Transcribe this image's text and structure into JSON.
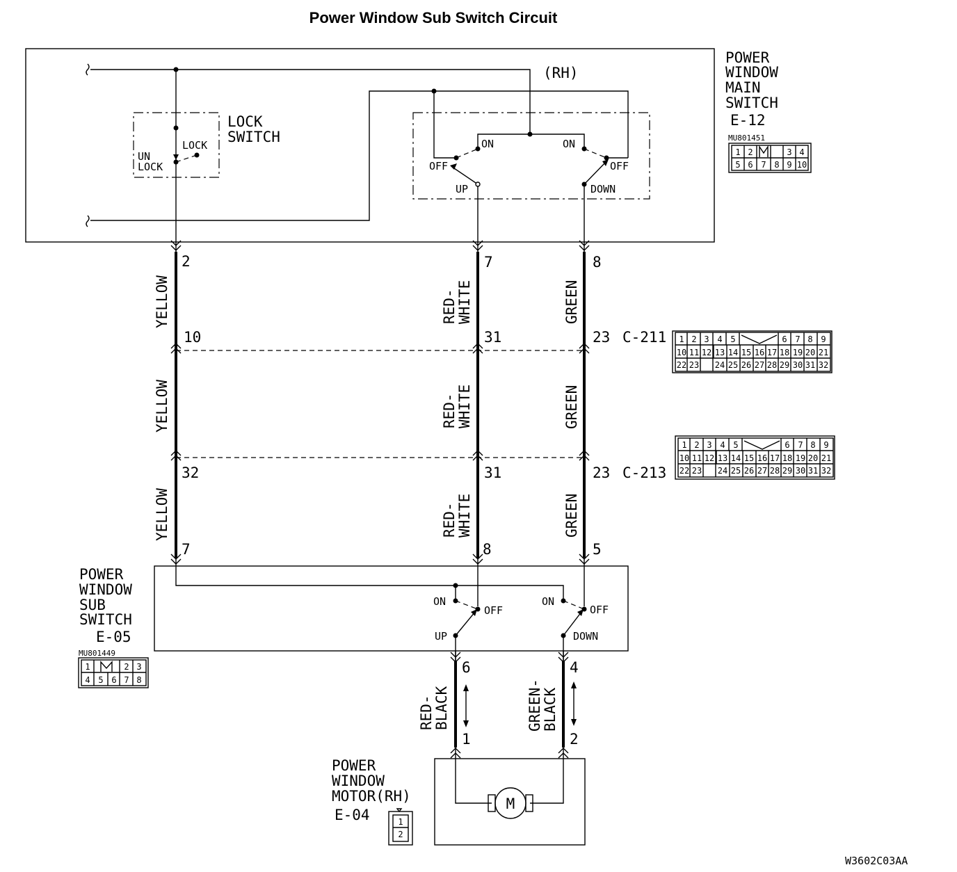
{
  "title": "Power Window Sub Switch Circuit",
  "main_switch": {
    "name_lines": [
      "POWER",
      "WINDOW",
      "MAIN",
      "SWITCH"
    ],
    "code": "E-12",
    "connector_part": "MU801451",
    "connector_pins": [
      "1",
      "2",
      "3",
      "4",
      "5",
      "6",
      "7",
      "8",
      "9",
      "10"
    ],
    "side": "(RH)",
    "lock_switch_lines": [
      "LOCK",
      "SWITCH"
    ],
    "lock_label": "LOCK",
    "unlock_lines": [
      "UN",
      "LOCK"
    ],
    "on_left": "ON",
    "on_right": "ON",
    "off_left": "OFF",
    "off_right": "OFF",
    "up": "UP",
    "down": "DOWN"
  },
  "wires": {
    "yellow": "YELLOW",
    "red_white_lines": [
      "RED-",
      "WHITE"
    ],
    "green": "GREEN",
    "red_black_lines": [
      "RED-",
      "BLACK"
    ],
    "green_black_lines": [
      "GREEN-",
      "BLACK"
    ]
  },
  "pins": {
    "e12": [
      "2",
      "7",
      "8"
    ],
    "c211": [
      "10",
      "31",
      "23"
    ],
    "c213": [
      "32",
      "31",
      "23"
    ],
    "e05_top": [
      "7",
      "8",
      "5"
    ],
    "e05_bottom": [
      "6",
      "4"
    ],
    "e04": [
      "1",
      "2"
    ]
  },
  "connector_c211": {
    "code": "C-211",
    "row1": [
      "1",
      "2",
      "3",
      "4",
      "5",
      "6",
      "7",
      "8",
      "9"
    ],
    "row2": [
      "10",
      "11",
      "12",
      "13",
      "14",
      "15",
      "16",
      "17",
      "18",
      "19",
      "20",
      "21"
    ],
    "row3": [
      "22",
      "23",
      "24",
      "25",
      "26",
      "27",
      "28",
      "29",
      "30",
      "31",
      "32"
    ]
  },
  "connector_c213": {
    "code": "C-213",
    "row1": [
      "1",
      "2",
      "3",
      "4",
      "5",
      "6",
      "7",
      "8",
      "9"
    ],
    "row2": [
      "10",
      "11",
      "12",
      "13",
      "14",
      "15",
      "16",
      "17",
      "18",
      "19",
      "20",
      "21"
    ],
    "row3": [
      "22",
      "23",
      "24",
      "25",
      "26",
      "27",
      "28",
      "29",
      "30",
      "31",
      "32"
    ]
  },
  "sub_switch": {
    "name_lines": [
      "POWER",
      "WINDOW",
      "SUB",
      "SWITCH"
    ],
    "code": "E-05",
    "connector_part": "MU801449",
    "connector_pins": [
      "1",
      "2",
      "3",
      "4",
      "5",
      "6",
      "7",
      "8"
    ],
    "on_left": "ON",
    "on_right": "ON",
    "off_left": "OFF",
    "off_right": "OFF",
    "up": "UP",
    "down": "DOWN"
  },
  "motor": {
    "name_lines": [
      "POWER",
      "WINDOW",
      "MOTOR(RH)"
    ],
    "code": "E-04",
    "symbol": "M",
    "connector_pins": [
      "1",
      "2"
    ]
  },
  "figure_code": "W3602C03AA"
}
